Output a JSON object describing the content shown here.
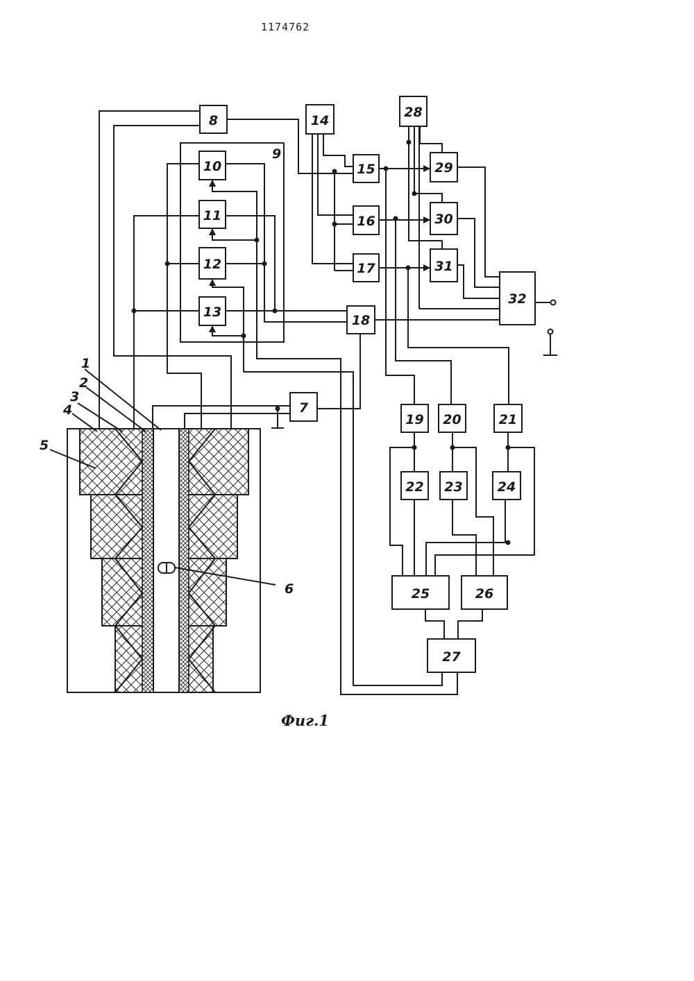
{
  "document": {
    "patent_number": "1174762",
    "figure_caption": "Фиг.1"
  },
  "blocks": [
    {
      "id": "7",
      "label": "7"
    },
    {
      "id": "8",
      "label": "8"
    },
    {
      "id": "10",
      "label": "10"
    },
    {
      "id": "11",
      "label": "11"
    },
    {
      "id": "12",
      "label": "12"
    },
    {
      "id": "13",
      "label": "13"
    },
    {
      "id": "14",
      "label": "14"
    },
    {
      "id": "15",
      "label": "15"
    },
    {
      "id": "16",
      "label": "16"
    },
    {
      "id": "17",
      "label": "17"
    },
    {
      "id": "18",
      "label": "18"
    },
    {
      "id": "19",
      "label": "19"
    },
    {
      "id": "20",
      "label": "20"
    },
    {
      "id": "21",
      "label": "21"
    },
    {
      "id": "22",
      "label": "22"
    },
    {
      "id": "23",
      "label": "23"
    },
    {
      "id": "24",
      "label": "24"
    },
    {
      "id": "25",
      "label": "25"
    },
    {
      "id": "26",
      "label": "26"
    },
    {
      "id": "27",
      "label": "27"
    },
    {
      "id": "28",
      "label": "28"
    },
    {
      "id": "29",
      "label": "29"
    },
    {
      "id": "30",
      "label": "30"
    },
    {
      "id": "31",
      "label": "31"
    },
    {
      "id": "32",
      "label": "32"
    }
  ],
  "reference_labels": {
    "r1": "1",
    "r2": "2",
    "r3": "3",
    "r4": "4",
    "r5": "5",
    "r6": "6",
    "r9": "9"
  }
}
